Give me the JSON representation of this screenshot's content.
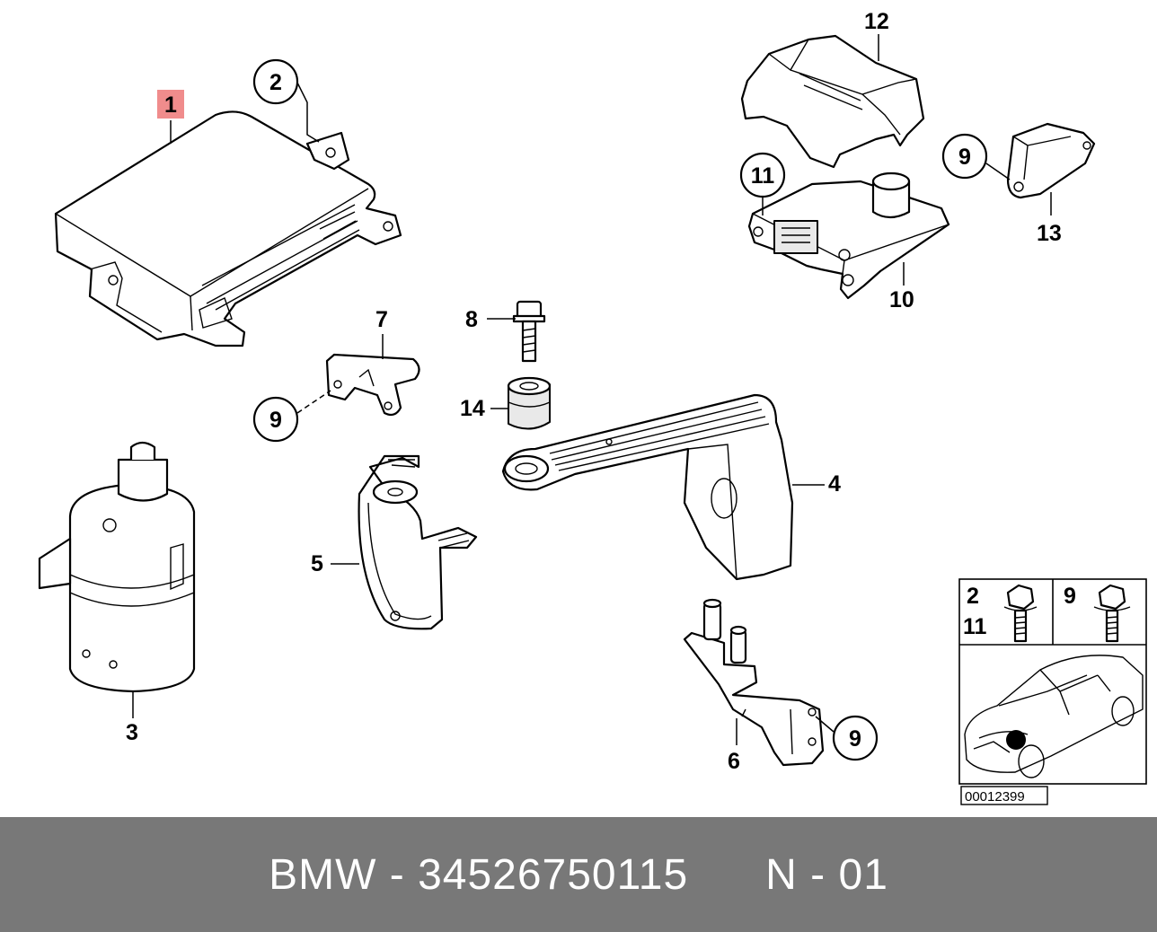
{
  "callouts": {
    "c1": "1",
    "c2": "2",
    "c3": "3",
    "c4": "4",
    "c5": "5",
    "c6": "6",
    "c7": "7",
    "c8": "8",
    "c9a": "9",
    "c9b": "9",
    "c9c": "9",
    "c10": "10",
    "c11": "11",
    "c12": "12",
    "c13": "13",
    "c14": "14"
  },
  "inset": {
    "cell_left_top": "2",
    "cell_left_bottom": "11",
    "cell_right": "9",
    "image_number": "00012399"
  },
  "colors": {
    "highlight": "#f08c8c",
    "footer_bg": "#787878",
    "footer_text": "#ffffff"
  },
  "footer": {
    "brand": "BMW",
    "separator": " - ",
    "part_number": "34526750115",
    "position": "N - 01"
  }
}
